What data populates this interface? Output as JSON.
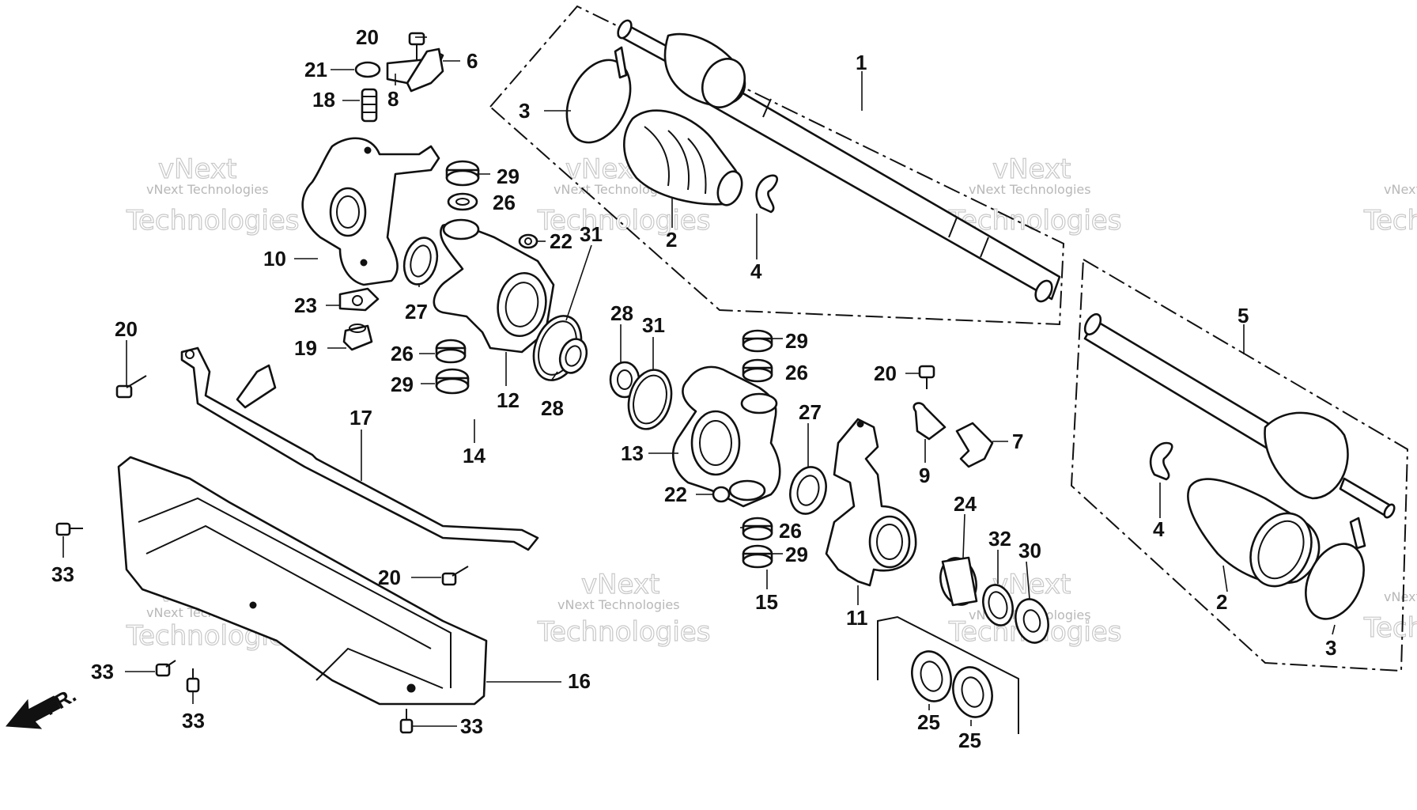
{
  "part_callouts": {
    "n1": "1",
    "n2a": "2",
    "n2b": "2",
    "n3a": "3",
    "n3b": "3",
    "n4a": "4",
    "n4b": "4",
    "n5": "5",
    "n6": "6",
    "n7": "7",
    "n8": "8",
    "n9": "9",
    "n10": "10",
    "n11": "11",
    "n12": "12",
    "n13": "13",
    "n14": "14",
    "n15": "15",
    "n16": "16",
    "n17": "17",
    "n18": "18",
    "n19": "19",
    "n20a": "20",
    "n20b": "20",
    "n20c": "20",
    "n20d": "20",
    "n21": "21",
    "n22a": "22",
    "n22b": "22",
    "n23": "23",
    "n24": "24",
    "n25a": "25",
    "n25b": "25",
    "n26a": "26",
    "n26b": "26",
    "n26c": "26",
    "n26d": "26",
    "n27a": "27",
    "n27b": "27",
    "n28a": "28",
    "n28b": "28",
    "n29a": "29",
    "n29b": "29",
    "n29c": "29",
    "n29d": "29",
    "n30": "30",
    "n31a": "31",
    "n31b": "31",
    "n32": "32",
    "n33a": "33",
    "n33b": "33",
    "n33c": "33",
    "n33d": "33"
  },
  "front_arrow_label": "FR.",
  "watermark": {
    "text_small": "vNext Technologies",
    "text_large": "Technologies",
    "text_top": "vNext"
  },
  "colors": {
    "ink": "#111111",
    "watermark": "#c8c8c8",
    "background": "#ffffff"
  }
}
